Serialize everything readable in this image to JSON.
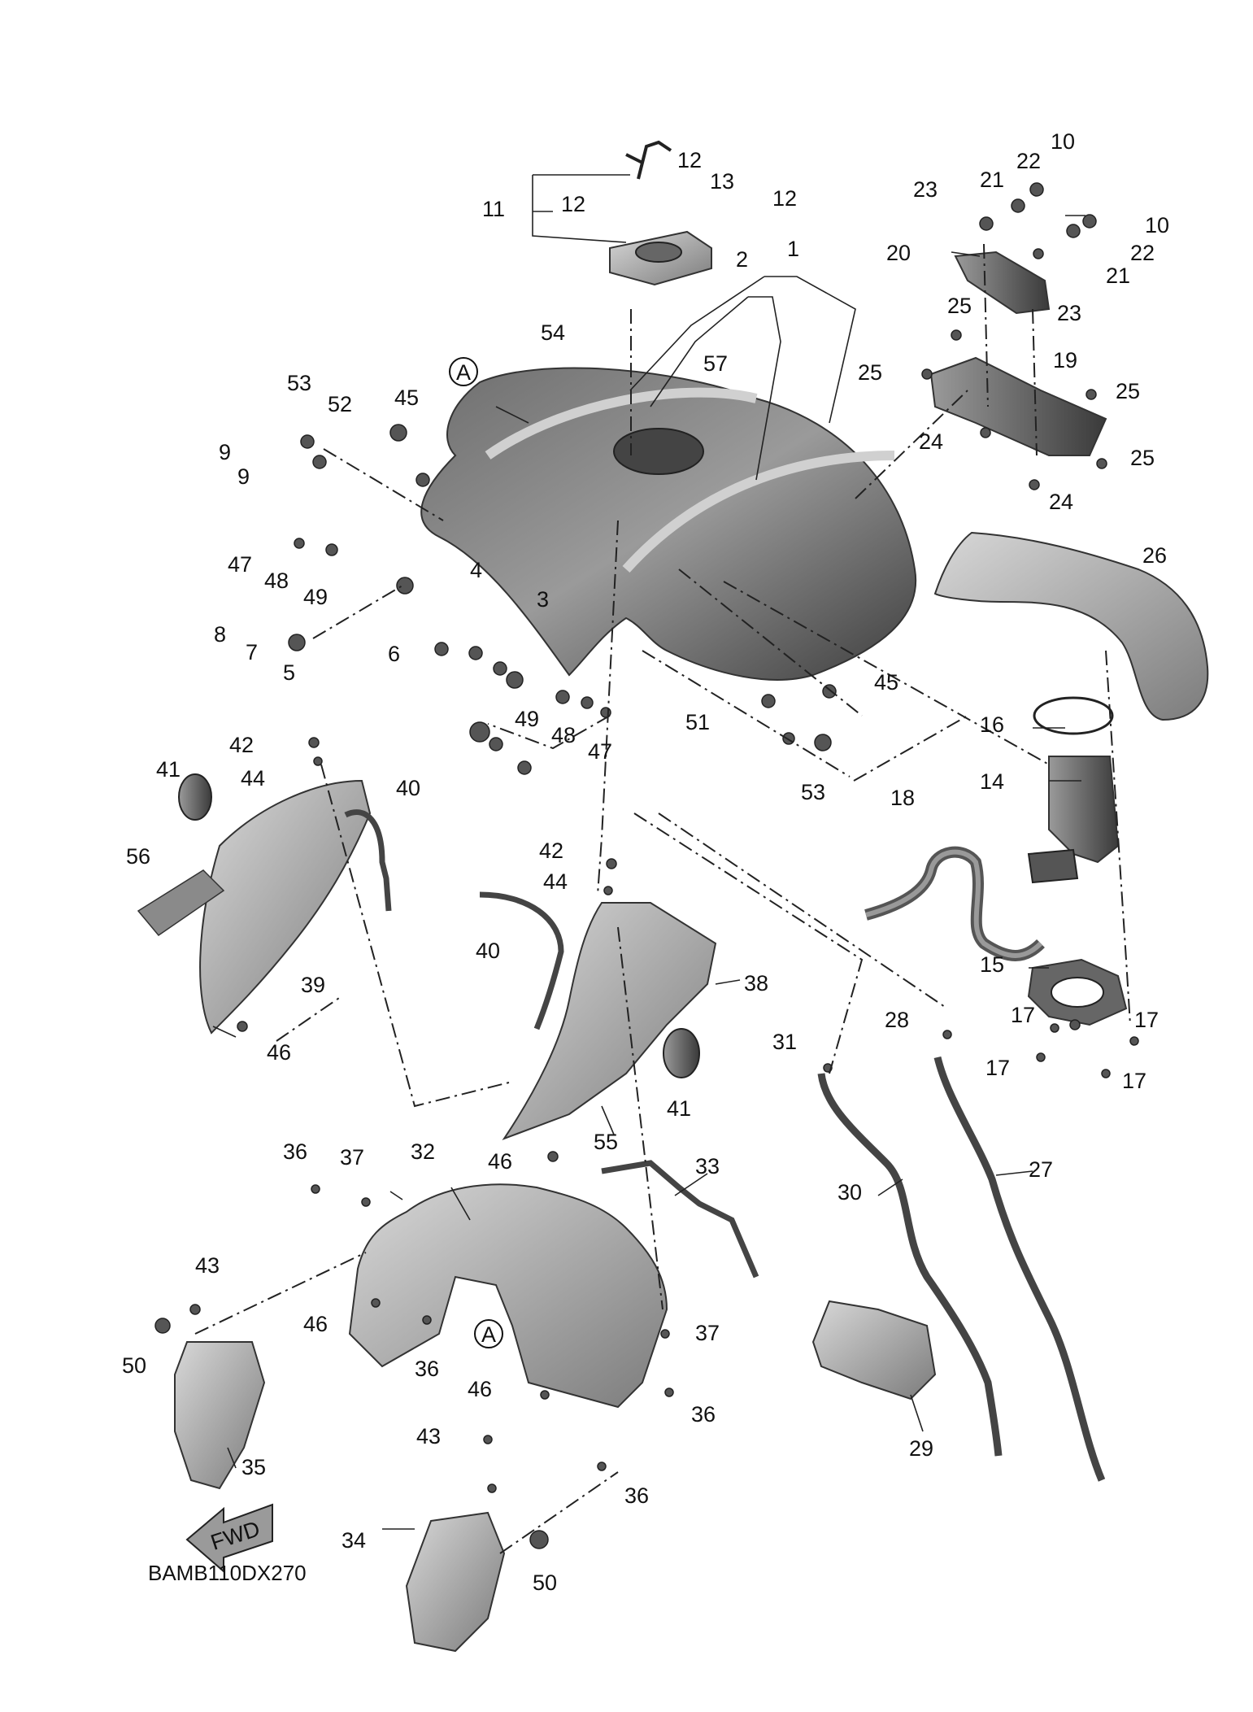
{
  "diagram_code": "BAMB110DX270",
  "fwd_label": "FWD",
  "ref_marker": "A",
  "callouts": [
    "1",
    "2",
    "3",
    "4",
    "5",
    "6",
    "7",
    "8",
    "9",
    "10",
    "11",
    "12",
    "13",
    "14",
    "15",
    "16",
    "17",
    "18",
    "19",
    "20",
    "21",
    "22",
    "23",
    "24",
    "25",
    "26",
    "27",
    "28",
    "29",
    "30",
    "31",
    "32",
    "33",
    "34",
    "35",
    "36",
    "37",
    "38",
    "39",
    "40",
    "41",
    "42",
    "43",
    "44",
    "45",
    "46",
    "47",
    "48",
    "49",
    "50",
    "51",
    "52",
    "53",
    "54",
    "55",
    "56",
    "57"
  ],
  "colors": {
    "part_fill": "#8c8c8c",
    "part_dark": "#5a5a5a",
    "part_light": "#c4c4c4",
    "line": "#222222"
  }
}
